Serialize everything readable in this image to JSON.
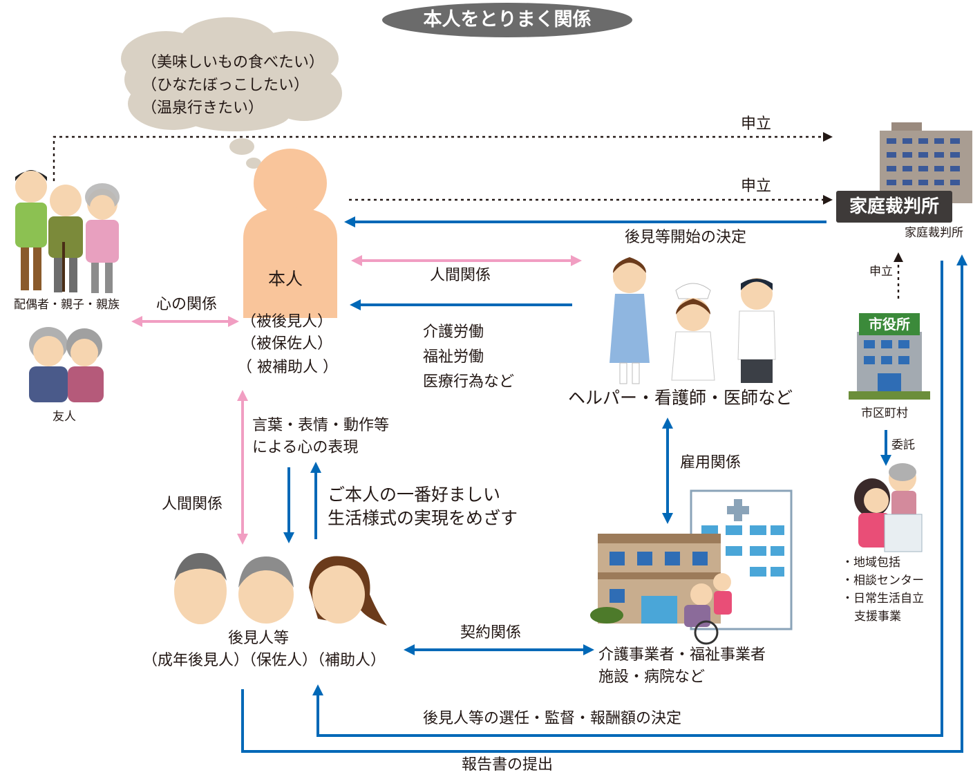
{
  "title": "本人をとりまく関係",
  "thought_bubble": {
    "line1": "（美味しいもの食べたい）",
    "line2": "（ひなたぼっこしたい）",
    "line3": "（温泉行きたい）"
  },
  "person": {
    "label": "本人",
    "role1": "（被後見人）",
    "role2": "（被保佐人）",
    "role3": "（ 被補助人 ）"
  },
  "family": {
    "label": "配偶者・親子・親族"
  },
  "friends": {
    "label": "友人"
  },
  "relations": {
    "heart": "心の関係",
    "human_right": "人間関係",
    "human_left": "人間関係",
    "care_line1": "介護労働",
    "care_line2": "福祉労働",
    "care_line3": "医療行為など",
    "expression_line1": "言葉・表情・動作等",
    "expression_line2": "による心の表現",
    "goal_line1": "ご本人の一番好ましい",
    "goal_line2": "生活様式の実現をめざす",
    "employment": "雇用関係",
    "contract": "契約関係",
    "petition_top": "申立",
    "petition_mid": "申立",
    "petition_city": "申立",
    "commission": "委託",
    "decision_start": "後見等開始の決定",
    "decision_appoint": "後見人等の選任・監督・報酬額の決定",
    "report": "報告書の提出"
  },
  "helpers": {
    "label": "ヘルパー・看護師・医師など"
  },
  "guardians": {
    "label": "後見人等",
    "roles": "（成年後見人）（保佐人）（補助人）"
  },
  "providers": {
    "line1": "介護事業者・福祉事業者",
    "line2": "施設・病院など"
  },
  "court": {
    "sign": "家庭裁判所",
    "label": "家庭裁判所"
  },
  "city": {
    "sign": "市役所",
    "label": "市区町村"
  },
  "center": {
    "line1": "・地域包括",
    "line2": "・相談センター",
    "line3": "・日常生活自立",
    "line4": "支援事業"
  },
  "colors": {
    "blue": "#0068b7",
    "pink": "#f19ec2",
    "skin": "#f9c59b",
    "cloud": "#d9d1c4",
    "title_bg": "#6b6b6b"
  }
}
